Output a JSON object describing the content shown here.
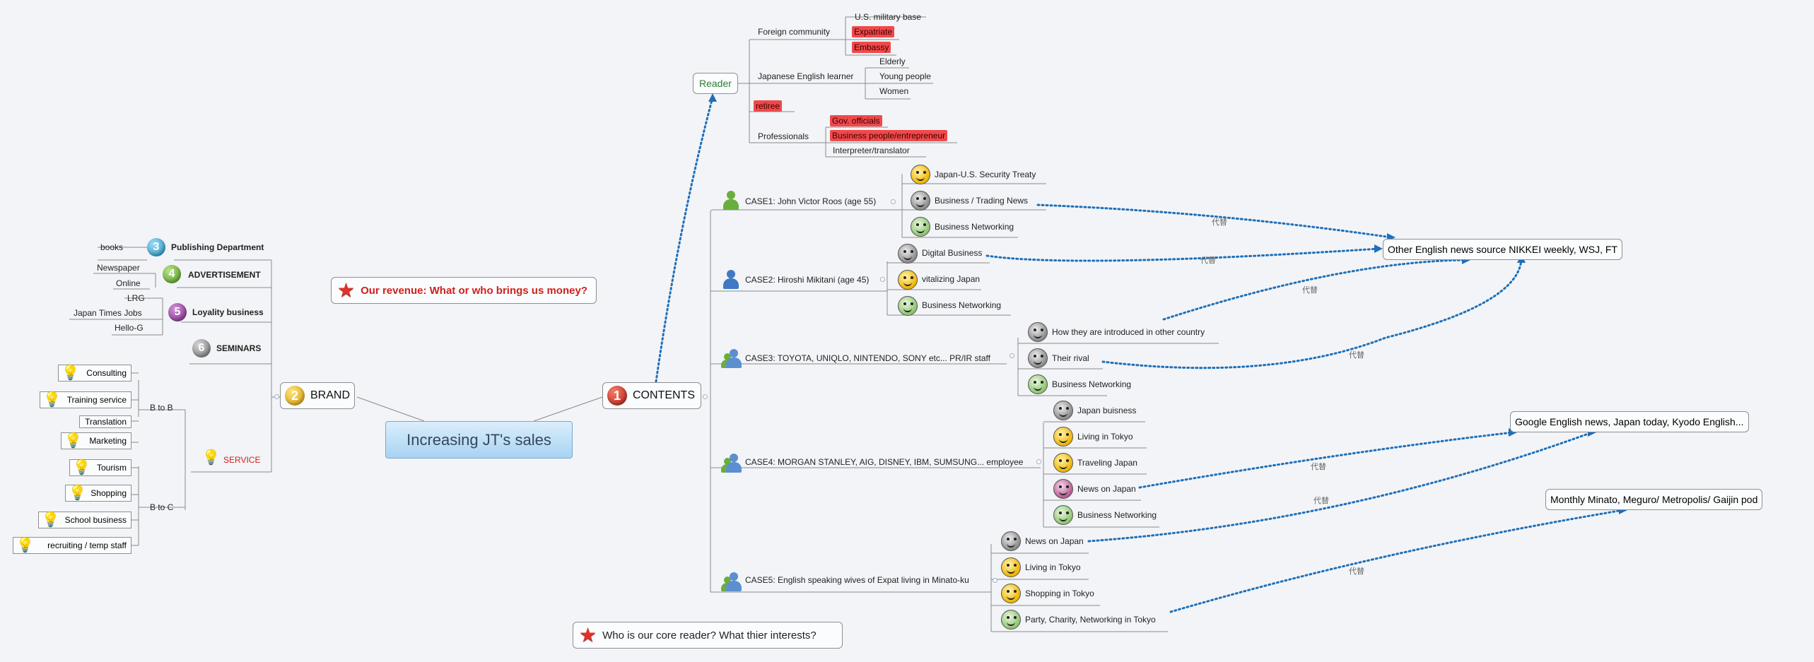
{
  "root": "Increasing JT's sales",
  "contents": {
    "num": "1",
    "label": "CONTENTS"
  },
  "brand": {
    "num": "2",
    "label": "BRAND"
  },
  "reader": {
    "label": "Reader",
    "foreign_community": {
      "label": "Foreign community",
      "items": [
        "U.S. military base",
        "Expatriate",
        "Embassy"
      ]
    },
    "japanese_learner": {
      "label": "Japanese English learner",
      "items": [
        "Elderly",
        "Young people",
        "Women"
      ]
    },
    "retiree": "retiree",
    "professionals": {
      "label": "Professionals",
      "items": [
        "Gov. officials",
        "Business people/entrepreneur",
        "Interpreter/translator"
      ]
    }
  },
  "cases": [
    {
      "label": "CASE1:  John Victor Roos  (age 55)",
      "items": [
        "Japan-U.S. Security Treaty",
        "Business / Trading  News",
        "Business Networking"
      ]
    },
    {
      "label": "CASE2:  Hiroshi Mikitani (age 45)",
      "items": [
        "Digital Business",
        "vitalizing Japan",
        "Business Networking"
      ]
    },
    {
      "label": "CASE3: TOYOTA, UNIQLO, NINTENDO, SONY etc...  PR/IR staff",
      "items": [
        "How they are introduced in other country",
        "Their rival",
        "Business Networking"
      ]
    },
    {
      "label": "CASE4: MORGAN STANLEY, AIG, DISNEY, IBM, SUMSUNG...  employee",
      "items": [
        "Japan buisness",
        "Living in Tokyo",
        "Traveling Japan",
        "News on Japan",
        "Business Networking"
      ]
    },
    {
      "label": "CASE5: English speaking wives of Expat living in Minato-ku",
      "items": [
        "News on Japan",
        "Living in Tokyo",
        "Shopping in Tokyo",
        "Party, Charity, Networking in Tokyo"
      ]
    }
  ],
  "alternatives": [
    "Other English news source NIKKEI weekly, WSJ, FT",
    "Google English news, Japan today, Kyodo English...",
    "Monthly Minato, Meguro/ Metropolis/ Gaijin pod"
  ],
  "substitute_label": "代替",
  "callouts": {
    "revenue": "Our revenue: What or who brings us money?",
    "reader": "Who is our core reader? What thier interests?"
  },
  "brand_branches": {
    "publishing": {
      "num": "3",
      "label": "Publishing Department",
      "items": [
        "books"
      ]
    },
    "advertisement": {
      "num": "4",
      "label": "ADVERTISEMENT",
      "items": [
        "Newspaper",
        "Online"
      ]
    },
    "loyalty": {
      "num": "5",
      "label": "Loyality business",
      "items": [
        "LRG",
        "Japan Times Jobs",
        "Hello-G"
      ]
    },
    "seminars": {
      "num": "6",
      "label": "SEMINARS"
    },
    "service": {
      "label": "SERVICE",
      "btob": {
        "label": "B to B",
        "items": [
          "Consulting",
          "Training service",
          "Translation",
          "Marketing"
        ]
      },
      "btoc": {
        "label": "B to C",
        "items": [
          "Tourism",
          "Shopping",
          "School business",
          "recruiting / temp staff"
        ]
      }
    }
  },
  "colors": {
    "accent_link": "#1f6fb8",
    "highlight": "#f0494b",
    "service_text": "#d2201b",
    "reader_text": "#2e7d32"
  }
}
